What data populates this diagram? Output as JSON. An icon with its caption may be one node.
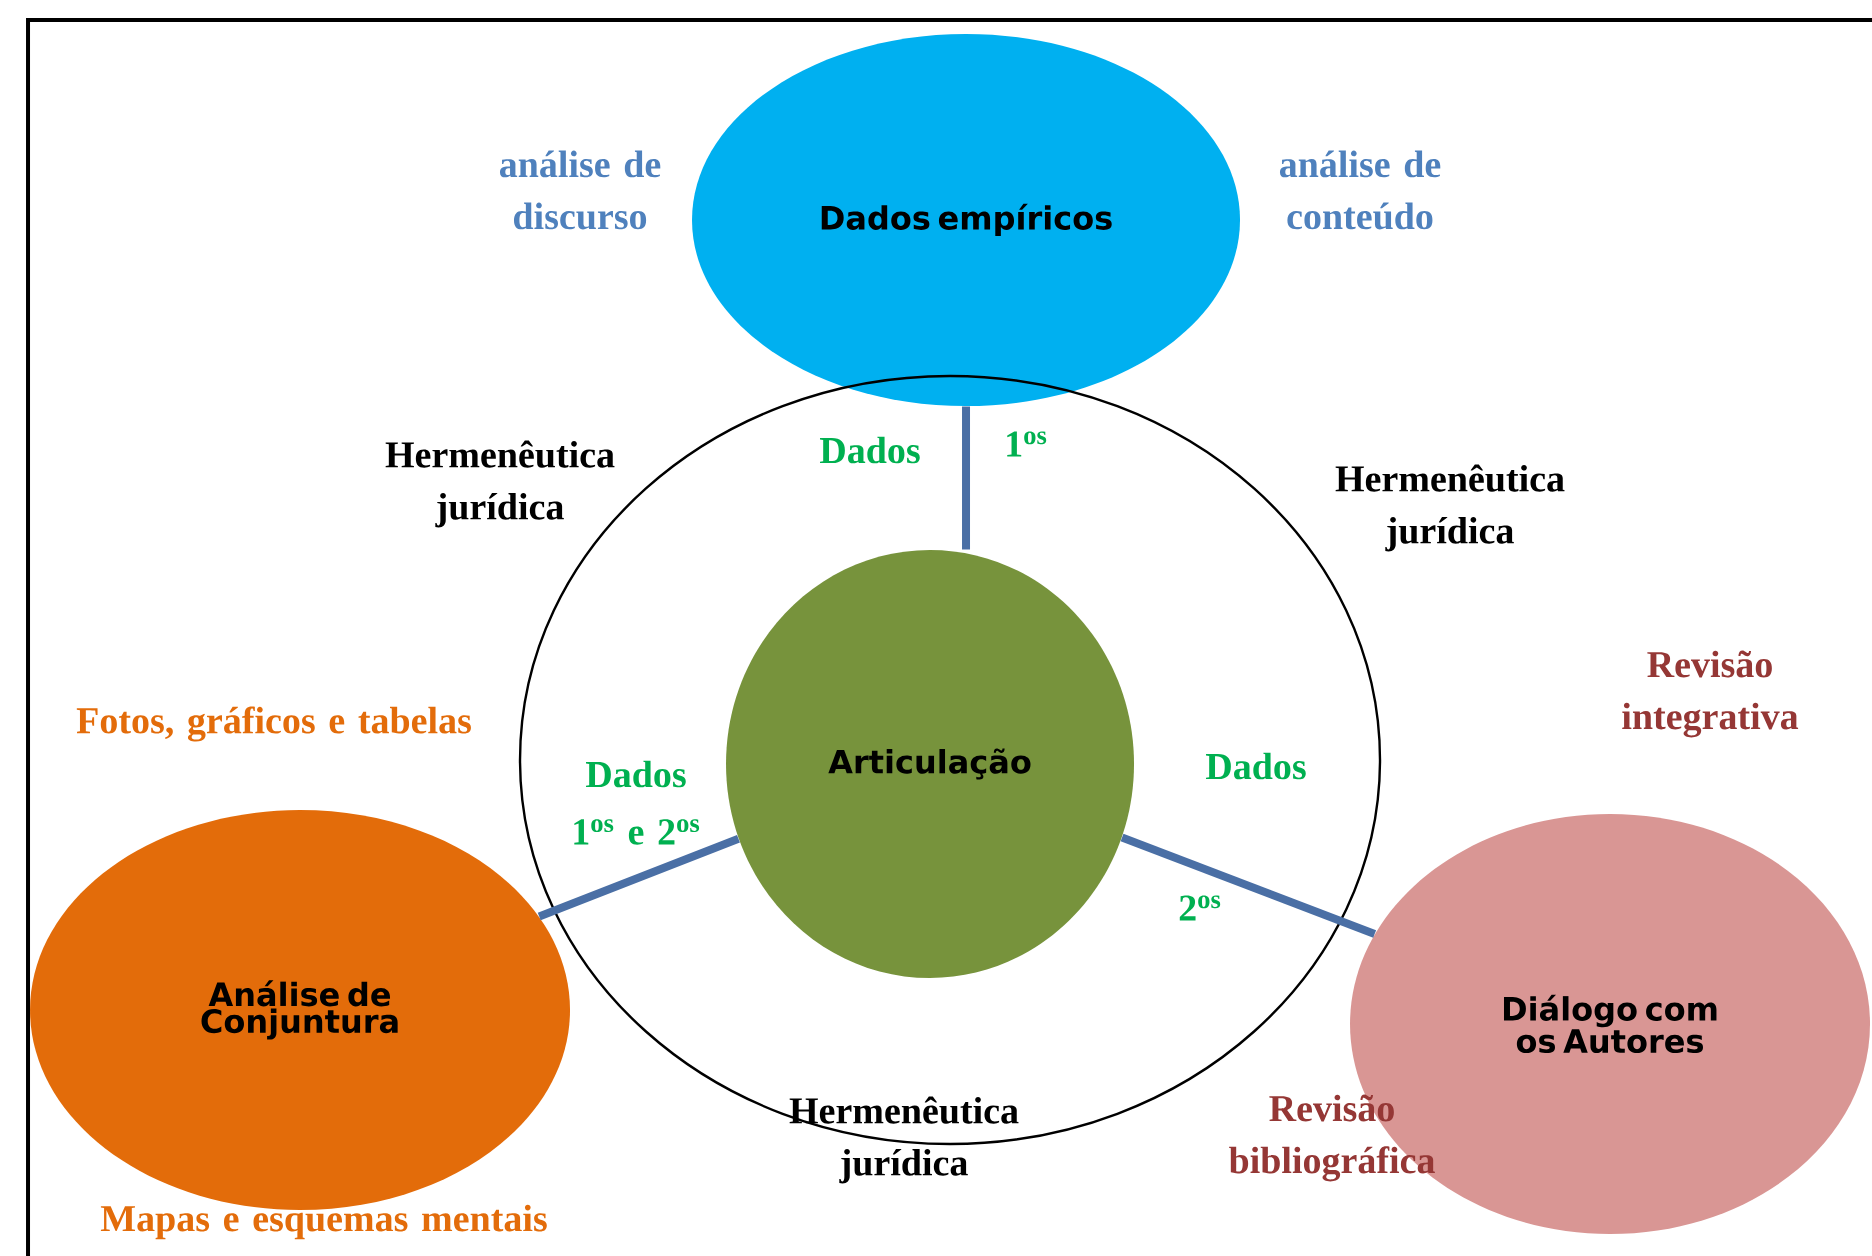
{
  "diagram": {
    "nodes": [
      {
        "text": [
          "Dados empíricos"
        ],
        "beside": [
          "análise de discurso",
          "análise de conteúdo"
        ]
      },
      {
        "text": [],
        "shape": "circle"
      },
      {
        "text": [
          "Articulação"
        ],
        "in": 1
      },
      {
        "text": [
          "Análise de Conjuntura"
        ],
        "beside": [
          "Fotos, gráficos e tabelas",
          "Mapas e esquemas mentais"
        ]
      },
      {
        "text": [
          "Diálogo com os Autores"
        ],
        "beside": [
          "Revisão integrativa",
          "Revisão bibliográfica"
        ]
      }
    ],
    "edges": [
      {
        "from": 0,
        "to": 2,
        "arrow": "none"
      },
      {
        "from": 2,
        "to": 3,
        "arrow": "none"
      },
      {
        "from": 2,
        "to": 4,
        "arrow": "none"
      }
    ],
    "labels": [
      "Hermenêutica jurídica",
      "Dados",
      "1$^{os}$",
      "Hermenêutica jurídica",
      "Dados",
      "Dados",
      "1$^{os}$ e 2$^{os}$",
      "2$^{os}$",
      "Hermenêutica jurídica"
    ]
  }
}
